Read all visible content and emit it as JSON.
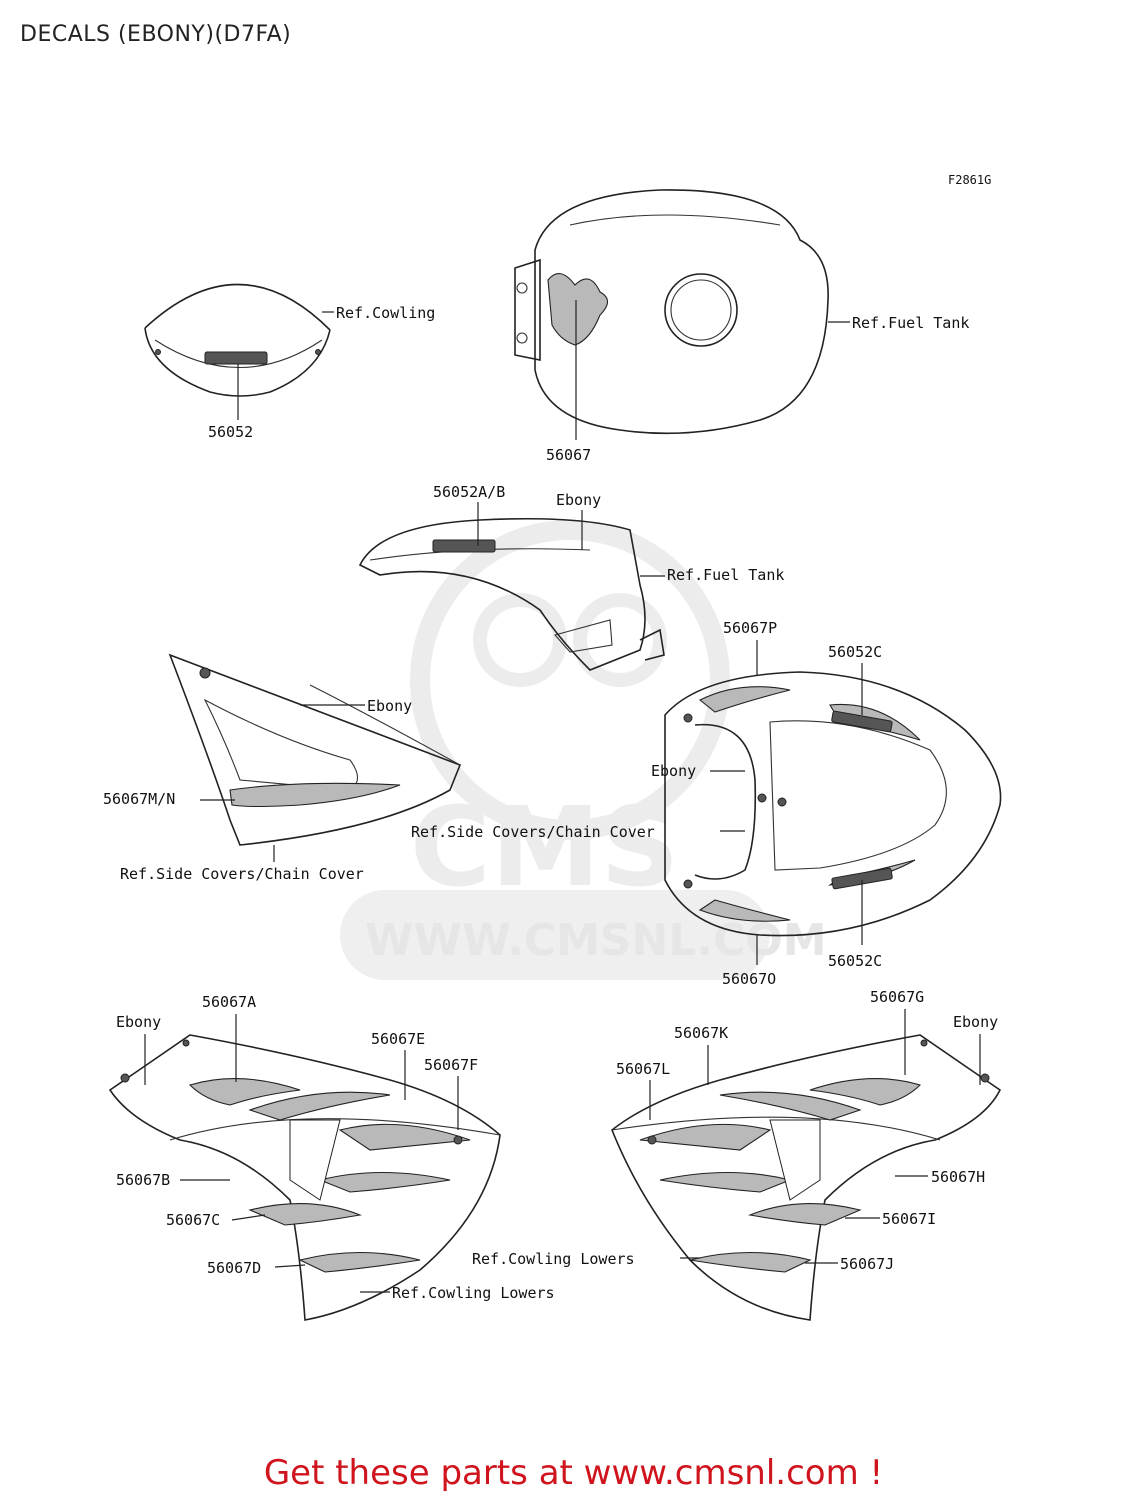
{
  "title": "DECALS (EBONY)(D7FA)",
  "figure_code": "F2861G",
  "labels": {
    "ref_cowling": "Ref.Cowling",
    "ref_fuel_tank_1": "Ref.Fuel Tank",
    "ref_fuel_tank_2": "Ref.Fuel Tank",
    "p56052": "56052",
    "p56067": "56067",
    "p56052ab": "56052A/B",
    "ebony_tank": "Ebony",
    "p56067p": "56067P",
    "p56052c_top": "56052C",
    "ebony_side": "Ebony",
    "p56067mn": "56067M/N",
    "ebony_seat": "Ebony",
    "ref_side_covers_1": "Ref.Side Covers/Chain Cover",
    "ref_side_covers_2": "Ref.Side Covers/Chain Cover",
    "p56067o": "56067O",
    "p56052c_bottom": "56052C",
    "ebony_left": "Ebony",
    "p56067a": "56067A",
    "p56067e": "56067E",
    "p56067f": "56067F",
    "p56067b": "56067B",
    "p56067c": "56067C",
    "p56067d": "56067D",
    "ref_cowling_lowers_1": "Ref.Cowling Lowers",
    "p56067g": "56067G",
    "ebony_right": "Ebony",
    "p56067k": "56067K",
    "p56067l": "56067L",
    "p56067h": "56067H",
    "p56067i": "56067I",
    "ref_cowling_lowers_2": "Ref.Cowling Lowers",
    "p56067j": "56067J"
  },
  "watermark": {
    "brand": "CMS",
    "url": "WWW.CMSNL.COM"
  },
  "footer": "Get these parts at www.cmsnl.com !",
  "colors": {
    "footer_text": "#d0141e",
    "watermark": "#e6e6e6"
  }
}
